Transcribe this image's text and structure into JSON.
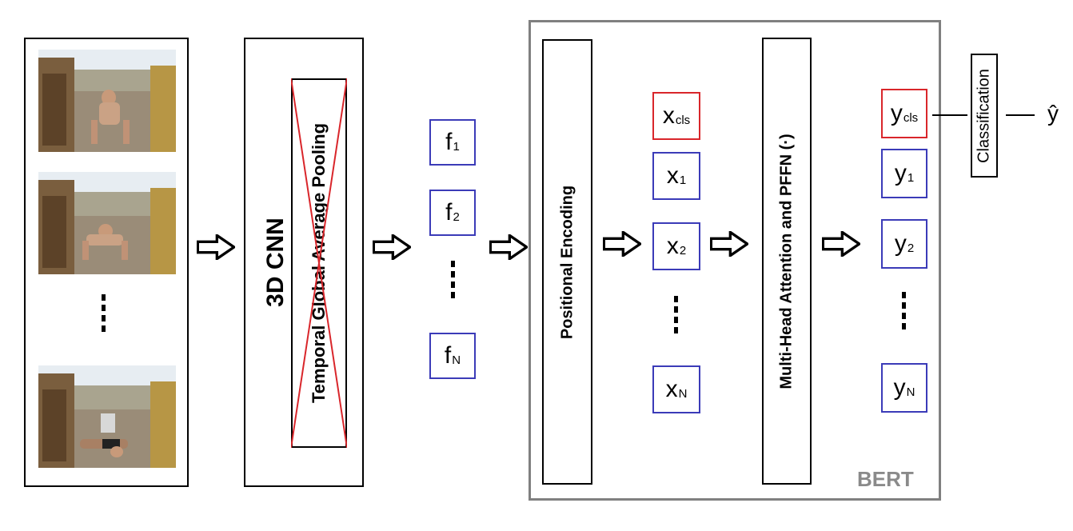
{
  "cnn": {
    "title": "3D CNN",
    "pooling_label": "Temporal Global Average Pooling"
  },
  "features": [
    {
      "base": "f",
      "sub": "1"
    },
    {
      "base": "f",
      "sub": "2"
    },
    {
      "base": "f",
      "sub": "N"
    }
  ],
  "bert": {
    "positional_encoding": "Positional Encoding",
    "attention_label": "Multi-Head Attention and PFFN (·)",
    "label": "BERT",
    "inputs": [
      {
        "base": "x",
        "sub": "cls",
        "highlight": true
      },
      {
        "base": "x",
        "sub": "1",
        "highlight": false
      },
      {
        "base": "x",
        "sub": "2",
        "highlight": false
      },
      {
        "base": "x",
        "sub": "N",
        "highlight": false
      }
    ],
    "outputs": [
      {
        "base": "y",
        "sub": "cls",
        "highlight": true
      },
      {
        "base": "y",
        "sub": "1",
        "highlight": false
      },
      {
        "base": "y",
        "sub": "2",
        "highlight": false
      },
      {
        "base": "y",
        "sub": "N",
        "highlight": false
      }
    ]
  },
  "classification": {
    "label": "Classification",
    "output": "ŷ"
  },
  "colors": {
    "token_border": "#3b3bb8",
    "cls_border": "#d9262b",
    "strike": "#d9262b",
    "bert_border": "#808080"
  }
}
